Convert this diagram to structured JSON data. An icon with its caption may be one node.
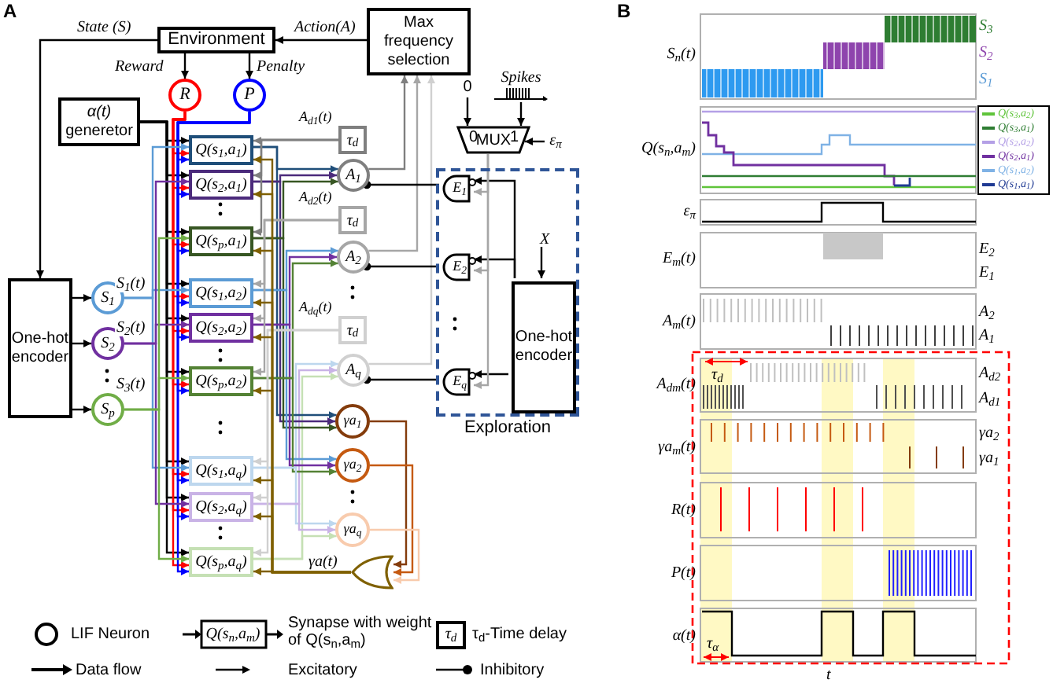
{
  "diagram": {
    "nodes": [
      {
        "text": [
          "Environment"
        ]
      },
      {
        "text": [
          "Max frequency selection"
        ]
      },
      {
        "text": [
          "R"
        ]
      },
      {
        "text": [
          "P"
        ]
      },
      {
        "text": [
          "*α(t)* generetor"
        ]
      },
      {
        "text": [
          "One-hot encoder"
        ]
      },
      {
        "text": [
          "S$_{1}$"
        ]
      },
      {
        "text": [
          "S$_{2}$"
        ]
      },
      {
        "text": [
          "S$_{p}$"
        ]
      },
      {
        "text": [
          "Q(s$_{1}$,a$_{1}$)"
        ]
      },
      {
        "text": [
          "Q(s$_{2}$,a$_{1}$)"
        ]
      },
      {
        "text": [
          "Q(s$_{p}$,a$_{1}$)"
        ]
      },
      {
        "text": [
          "Q(s$_{1}$,a$_{2}$)"
        ]
      },
      {
        "text": [
          "Q(s$_{2}$,a$_{2}$)"
        ]
      },
      {
        "text": [
          "Q(s$_{p}$,a$_{2}$)"
        ]
      },
      {
        "text": [
          "Q(s$_{1}$,a$_{q}$)"
        ]
      },
      {
        "text": [
          "Q(s$_{2}$,a$_{q}$)"
        ]
      },
      {
        "text": [
          "Q(s$_{p}$,a$_{q}$)"
        ]
      },
      {
        "text": [
          "τ$_{d}$"
        ],
        "beside": [
          "A$_{d1}$(t)"
        ]
      },
      {
        "text": [
          "τ$_{d}$"
        ],
        "beside": [
          "A$_{d2}$(t)"
        ]
      },
      {
        "text": [
          "τ$_{d}$"
        ],
        "beside": [
          "A$_{dq}$(t)"
        ]
      },
      {
        "text": [
          "A$_{1}$"
        ]
      },
      {
        "text": [
          "A$_{2}$"
        ]
      },
      {
        "text": [
          "A$_{q}$"
        ]
      },
      {
        "text": [
          "γa$_{1}$"
        ]
      },
      {
        "text": [
          "γa$_{2}$"
        ]
      },
      {
        "text": [
          "γa$_{q}$"
        ]
      },
      {
        "text": [],
        "shape": "gate"
      },
      {
        "text": [
          "0"
        ]
      },
      {
        "text": [
          "Spikes"
        ]
      },
      {
        "text": [
          "ε$_{π}$"
        ]
      },
      {
        "text": [
          "MUX"
        ]
      },
      {
        "text": [
          "Exploration"
        ]
      },
      {
        "text": [
          "E$_{1}$"
        ],
        "in": 32
      },
      {
        "text": [
          "E$_{2}$"
        ],
        "in": 32
      },
      {
        "text": [
          "E$_{q}$"
        ],
        "in": 32
      },
      {
        "text": [
          "One-hot encoder"
        ],
        "in": 32
      },
      {
        "text": [
          "X"
        ],
        "in": 32
      }
    ],
    "edges": [
      {
        "from": 0,
        "to": 5,
        "arrow": "to",
        "label": "State (S)"
      },
      {
        "from": 1,
        "to": 0,
        "arrow": "to",
        "label": "Action(A)"
      },
      {
        "from": 0,
        "to": 2,
        "arrow": "to",
        "label": "Reward"
      },
      {
        "from": 0,
        "to": 3,
        "arrow": "to",
        "label": "Penalty"
      },
      {
        "from": 5,
        "to": 6,
        "arrow": "to"
      },
      {
        "from": 5,
        "to": 7,
        "arrow": "to"
      },
      {
        "from": 5,
        "to": 8,
        "arrow": "to"
      },
      {
        "from": 4,
        "to": 9,
        "arrow": "to"
      },
      {
        "from": 4,
        "to": 10,
        "arrow": "to"
      },
      {
        "from": 4,
        "to": 11,
        "arrow": "to"
      },
      {
        "from": 4,
        "to": 12,
        "arrow": "to"
      },
      {
        "from": 4,
        "to": 13,
        "arrow": "to"
      },
      {
        "from": 4,
        "to": 14,
        "arrow": "to"
      },
      {
        "from": 4,
        "to": 15,
        "arrow": "to"
      },
      {
        "from": 4,
        "to": 16,
        "arrow": "to"
      },
      {
        "from": 4,
        "to": 17,
        "arrow": "to"
      },
      {
        "from": 2,
        "to": 9,
        "arrow": "to",
        "color": "#ff0000"
      },
      {
        "from": 2,
        "to": 10,
        "arrow": "to",
        "color": "#ff0000"
      },
      {
        "from": 2,
        "to": 11,
        "arrow": "to",
        "color": "#ff0000"
      },
      {
        "from": 2,
        "to": 12,
        "arrow": "to",
        "color": "#ff0000"
      },
      {
        "from": 2,
        "to": 13,
        "arrow": "to",
        "color": "#ff0000"
      },
      {
        "from": 2,
        "to": 14,
        "arrow": "to",
        "color": "#ff0000"
      },
      {
        "from": 2,
        "to": 15,
        "arrow": "to",
        "color": "#ff0000"
      },
      {
        "from": 2,
        "to": 16,
        "arrow": "to",
        "color": "#ff0000"
      },
      {
        "from": 2,
        "to": 17,
        "arrow": "to",
        "color": "#ff0000"
      },
      {
        "from": 3,
        "to": 9,
        "arrow": "to",
        "color": "#0000ff"
      },
      {
        "from": 3,
        "to": 10,
        "arrow": "to",
        "color": "#0000ff"
      },
      {
        "from": 3,
        "to": 11,
        "arrow": "to",
        "color": "#0000ff"
      },
      {
        "from": 3,
        "to": 12,
        "arrow": "to",
        "color": "#0000ff"
      },
      {
        "from": 3,
        "to": 13,
        "arrow": "to",
        "color": "#0000ff"
      },
      {
        "from": 3,
        "to": 14,
        "arrow": "to",
        "color": "#0000ff"
      },
      {
        "from": 3,
        "to": 15,
        "arrow": "to",
        "color": "#0000ff"
      },
      {
        "from": 3,
        "to": 16,
        "arrow": "to",
        "color": "#0000ff"
      },
      {
        "from": 3,
        "to": 17,
        "arrow": "to",
        "color": "#0000ff"
      },
      {
        "from": 6,
        "to": 9,
        "arrow": "to",
        "color": "#5b9bd5",
        "label": "S$_{1}$(t)"
      },
      {
        "from": 6,
        "to": 12,
        "arrow": "to",
        "color": "#5b9bd5"
      },
      {
        "from": 6,
        "to": 15,
        "arrow": "to",
        "color": "#5b9bd5"
      },
      {
        "from": 7,
        "to": 10,
        "arrow": "to",
        "color": "#7030a0",
        "label": "S$_{2}$(t)"
      },
      {
        "from": 7,
        "to": 13,
        "arrow": "to",
        "color": "#7030a0"
      },
      {
        "from": 7,
        "to": 16,
        "arrow": "to",
        "color": "#7030a0"
      },
      {
        "from": 8,
        "to": 11,
        "arrow": "to",
        "color": "#70ad47",
        "label": "S$_{3}$(t)"
      },
      {
        "from": 8,
        "to": 14,
        "arrow": "to",
        "color": "#70ad47"
      },
      {
        "from": 8,
        "to": 17,
        "arrow": "to",
        "color": "#70ad47"
      },
      {
        "from": 9,
        "to": 21,
        "arrow": "to",
        "color": "#1f4e79"
      },
      {
        "from": 10,
        "to": 21,
        "arrow": "to",
        "color": "#4b2a7b"
      },
      {
        "from": 11,
        "to": 21,
        "arrow": "to",
        "color": "#375623"
      },
      {
        "from": 12,
        "to": 22,
        "arrow": "to",
        "color": "#5b9bd5"
      },
      {
        "from": 13,
        "to": 22,
        "arrow": "to",
        "color": "#7030a0"
      },
      {
        "from": 14,
        "to": 22,
        "arrow": "to",
        "color": "#548235"
      },
      {
        "from": 15,
        "to": 23,
        "arrow": "to",
        "color": "#bdd7ee"
      },
      {
        "from": 16,
        "to": 23,
        "arrow": "to",
        "color": "#c9b3e6"
      },
      {
        "from": 17,
        "to": 23,
        "arrow": "to",
        "color": "#c5e0b4"
      },
      {
        "from": 9,
        "to": 24,
        "arrow": "to",
        "color": "#1f4e79"
      },
      {
        "from": 10,
        "to": 24,
        "arrow": "to",
        "color": "#4b2a7b"
      },
      {
        "from": 11,
        "to": 24,
        "arrow": "to",
        "color": "#375623"
      },
      {
        "from": 12,
        "to": 25,
        "arrow": "to",
        "color": "#5b9bd5"
      },
      {
        "from": 13,
        "to": 25,
        "arrow": "to",
        "color": "#7030a0"
      },
      {
        "from": 14,
        "to": 25,
        "arrow": "to",
        "color": "#548235"
      },
      {
        "from": 15,
        "to": 26,
        "arrow": "to",
        "color": "#bdd7ee"
      },
      {
        "from": 16,
        "to": 26,
        "arrow": "to",
        "color": "#c9b3e6"
      },
      {
        "from": 17,
        "to": 26,
        "arrow": "to",
        "color": "#c5e0b4"
      },
      {
        "from": 18,
        "to": 9,
        "arrow": "to",
        "color": "#7f7f7f"
      },
      {
        "from": 18,
        "to": 10,
        "arrow": "to",
        "color": "#7f7f7f"
      },
      {
        "from": 18,
        "to": 11,
        "arrow": "to",
        "color": "#7f7f7f"
      },
      {
        "from": 19,
        "to": 12,
        "arrow": "to",
        "color": "#a6a6a6"
      },
      {
        "from": 19,
        "to": 13,
        "arrow": "to",
        "color": "#a6a6a6"
      },
      {
        "from": 19,
        "to": 14,
        "arrow": "to",
        "color": "#a6a6a6"
      },
      {
        "from": 20,
        "to": 15,
        "arrow": "to",
        "color": "#d0d0d0"
      },
      {
        "from": 20,
        "to": 16,
        "arrow": "to",
        "color": "#d0d0d0"
      },
      {
        "from": 20,
        "to": 17,
        "arrow": "to",
        "color": "#d0d0d0"
      },
      {
        "from": 21,
        "to": 1,
        "arrow": "to",
        "color": "#7f7f7f"
      },
      {
        "from": 22,
        "to": 1,
        "arrow": "to",
        "color": "#a6a6a6"
      },
      {
        "from": 23,
        "to": 1,
        "arrow": "to",
        "color": "#d0d0d0"
      },
      {
        "from": 33,
        "to": 21,
        "arrow": "other"
      },
      {
        "from": 34,
        "to": 22,
        "arrow": "other"
      },
      {
        "from": 35,
        "to": 23,
        "arrow": "other"
      },
      {
        "from": 36,
        "to": 33,
        "arrow": "to"
      },
      {
        "from": 36,
        "to": 34,
        "arrow": "to"
      },
      {
        "from": 36,
        "to": 35,
        "arrow": "to"
      },
      {
        "from": 31,
        "to": 33,
        "arrow": "to",
        "color": "#a6a6a6"
      },
      {
        "from": 31,
        "to": 34,
        "arrow": "to",
        "color": "#a6a6a6"
      },
      {
        "from": 31,
        "to": 35,
        "arrow": "to",
        "color": "#a6a6a6"
      },
      {
        "from": 24,
        "to": 27,
        "arrow": "to",
        "color": "#843c0c"
      },
      {
        "from": 25,
        "to": 27,
        "arrow": "to",
        "color": "#c55a11"
      },
      {
        "from": 26,
        "to": 27,
        "arrow": "to",
        "color": "#f8cbad"
      },
      {
        "from": 27,
        "to": 9,
        "arrow": "to",
        "color": "#7f6000"
      },
      {
        "from": 27,
        "to": 10,
        "arrow": "to",
        "color": "#7f6000"
      },
      {
        "from": 27,
        "to": 11,
        "arrow": "to",
        "color": "#7f6000"
      },
      {
        "from": 27,
        "to": 12,
        "arrow": "to",
        "color": "#7f6000"
      },
      {
        "from": 27,
        "to": 13,
        "arrow": "to",
        "color": "#7f6000"
      },
      {
        "from": 27,
        "to": 14,
        "arrow": "to",
        "color": "#7f6000"
      },
      {
        "from": 27,
        "to": 15,
        "arrow": "to",
        "color": "#7f6000"
      },
      {
        "from": 27,
        "to": 16,
        "arrow": "to",
        "color": "#7f6000"
      },
      {
        "from": 27,
        "to": 17,
        "arrow": "to",
        "color": "#7f6000",
        "label": "γa(t)"
      },
      {
        "from": 28,
        "to": 31,
        "arrow": "to"
      },
      {
        "from": 29,
        "to": 31,
        "arrow": "to"
      },
      {
        "from": 30,
        "to": 31,
        "arrow": "to"
      },
      {
        "from": 37,
        "to": 36,
        "arrow": "to"
      }
    ],
    "labels": [
      "A",
      "B",
      "0",
      "1",
      "S$_{n}$(t)",
      "S$_{3}$",
      "S$_{2}$",
      "S$_{1}$",
      "Q(s$_{n}$,a$_{m}$)",
      "ε$_{π}$",
      "E$_{m}$(t)",
      "E$_{2}$",
      "E$_{1}$",
      "A$_{m}$(t)",
      "A$_{2}$",
      "A$_{1}$",
      "A$_{dm}$(t)",
      "τ$_{d}$",
      "A$_{d2}$",
      "A$_{d1}$",
      "γa$_{m}$(t)",
      "γa$_{2}$",
      "γa$_{1}$",
      "R(t)",
      "P(t)",
      "α(t)",
      "τ$_{α}$",
      "t",
      "Q(s$_{n}$,a$_{m}$)",
      "τ$_{d}$"
    ],
    "legend": [
      {
        "text": "LIF Neuron"
      },
      {
        "text": "Synapse with weight of Q(s$_{n}$,a$_{m}$)"
      },
      {
        "text": "τ$_{d}$-Time delay"
      },
      {
        "text": "Data flow"
      },
      {
        "text": "Excitatory"
      },
      {
        "text": "Inhibitory"
      },
      {
        "text": "Q(s$_{3}$,a$_{2}$)"
      },
      {
        "text": "Q(s$_{3}$,a$_{1}$)"
      },
      {
        "text": "Q(s$_{2}$,a$_{2}$)"
      },
      {
        "text": "Q(s$_{2}$,a$_{1}$)"
      },
      {
        "text": "Q(s$_{1}$,a$_{2}$)"
      },
      {
        "text": "Q(s$_{1}$,a$_{1}$)"
      }
    ]
  }
}
